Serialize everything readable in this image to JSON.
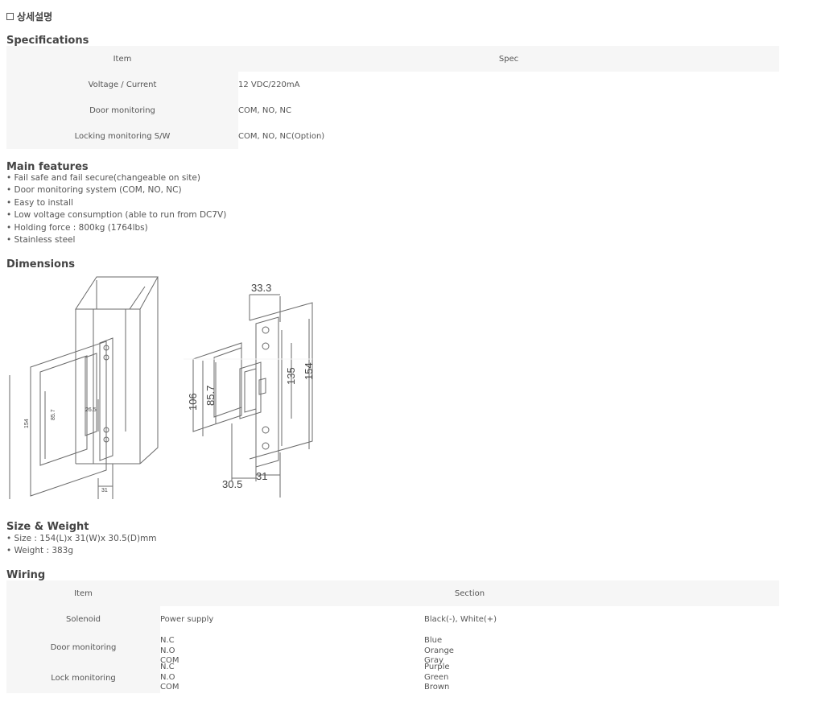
{
  "page_title": "상세설명",
  "specifications": {
    "heading": "Specifications",
    "col_item": "Item",
    "col_spec": "Spec",
    "rows": [
      {
        "item": "Voltage / Current",
        "spec": "12 VDC/220mA"
      },
      {
        "item": "Door monitoring",
        "spec": "COM, NO, NC"
      },
      {
        "item": "Locking monitoring S/W",
        "spec": "COM, NO, NC(Option)"
      }
    ]
  },
  "main_features": {
    "heading": "Main features",
    "items": [
      "• Fail safe and fail secure(changeable on site)",
      "• Door monitoring system (COM, NO, NC)",
      "• Easy to install",
      "• Low voltage consumption (able to run from DC7V)",
      "• Holding force : 800kg (1764lbs)",
      "• Stainless steel"
    ]
  },
  "dimensions": {
    "heading": "Dimensions",
    "left_labels": {
      "h154": "154",
      "h857": "85.7",
      "h265": "26.5",
      "w31": "31"
    },
    "right_labels": {
      "w333": "33.3",
      "h106": "106",
      "h857": "85.7",
      "h135": "135",
      "h154": "154",
      "w305": "30.5",
      "w31": "31"
    }
  },
  "size_weight": {
    "heading": "Size & Weight",
    "items": [
      "• Size : 154(L)x 31(W)x 30.5(D)mm",
      "• Weight : 383g"
    ]
  },
  "wiring": {
    "heading": "Wiring",
    "col_item": "Item",
    "col_section": "Section",
    "solenoid": {
      "item": "Solenoid",
      "desc": "Power supply",
      "color": "Black(-), White(+)"
    },
    "door": {
      "item": "Door monitoring",
      "pins": [
        "N.C",
        "N.O",
        "COM"
      ],
      "colors": [
        "Blue",
        "Orange",
        "Gray"
      ]
    },
    "lock": {
      "item": "Lock monitoring",
      "pins": [
        "N.C",
        "N.O",
        "COM"
      ],
      "colors": [
        "Purple",
        "Green",
        "Brown"
      ]
    }
  }
}
